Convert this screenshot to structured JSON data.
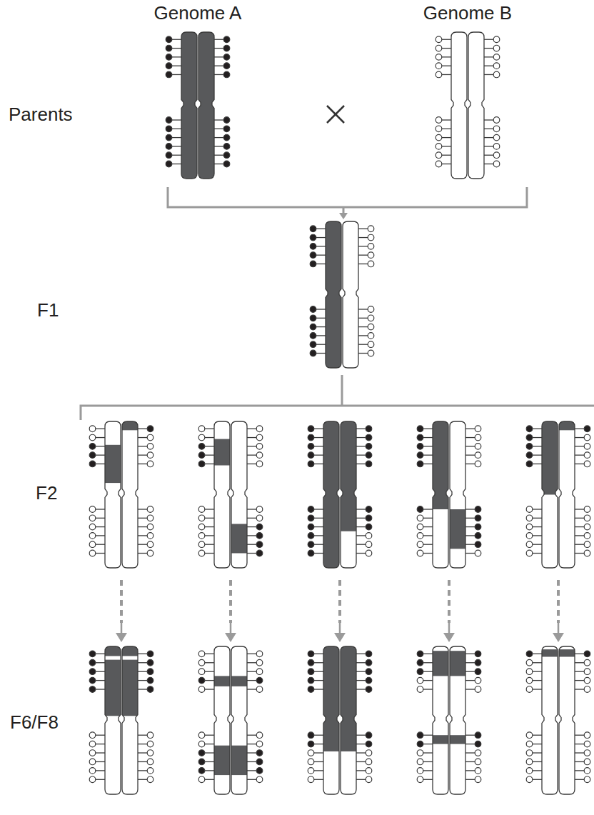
{
  "diagram": {
    "labels": [
      "Genome A",
      "Genome B",
      "Parents",
      "F1",
      "F2",
      "F6/F8"
    ]
  }
}
